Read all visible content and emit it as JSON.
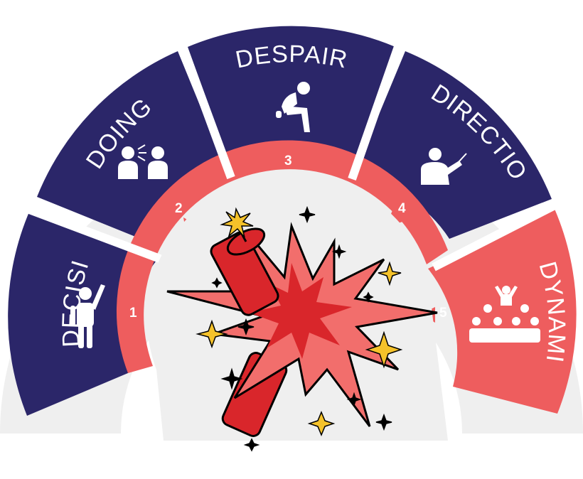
{
  "colors": {
    "navy": "#2b2669",
    "coral": "#ee5d5e",
    "background": "#efefef",
    "white": "#ffffff",
    "dynamite": "#d9262b",
    "spark": "#f5c22a"
  },
  "stages": [
    {
      "number": "1",
      "label": "DECISION",
      "icon": "person-raising-hand-icon"
    },
    {
      "number": "2",
      "label": "DOING",
      "icon": "two-people-talking-icon"
    },
    {
      "number": "3",
      "label": "DESPAIR",
      "icon": "person-head-in-hands-icon"
    },
    {
      "number": "4",
      "label": "DIRECTION",
      "icon": "teacher-pointing-icon"
    },
    {
      "number": "5",
      "label": "DYNAMITE",
      "icon": "audience-cheering-icon"
    }
  ],
  "centerpiece": {
    "icon": "exploding-dynamite-icon"
  }
}
